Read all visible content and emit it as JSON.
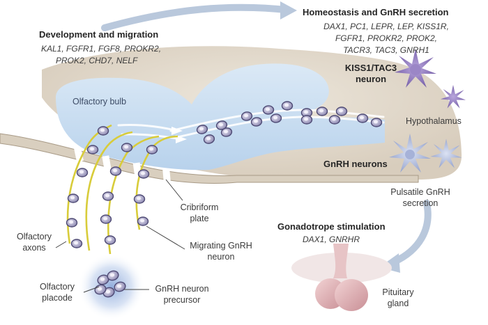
{
  "development": {
    "heading": "Development and migration",
    "genes_line1": "KAL1, FGFR1, FGF8, PROKR2,",
    "genes_line2": "PROK2, CHD7, NELF"
  },
  "homeostasis": {
    "heading": "Homeostasis and GnRH secretion",
    "genes_line1": "DAX1, PC1, LEPR, LEP, KISS1R,",
    "genes_line2": "FGFR1, PROKR2, PROK2,",
    "genes_line3": "TACR3, TAC3, GNRH1"
  },
  "kiss": {
    "line1": "KISS1/TAC3",
    "line2": "neuron"
  },
  "olfactory_bulb": "Olfactory bulb",
  "hypothalamus": "Hypothalamus",
  "gnrh_neurons": "GnRH neurons",
  "pulsatile": {
    "line1": "Pulsatile GnRH",
    "line2": "secretion"
  },
  "cribriform": {
    "line1": "Cribriform",
    "line2": "plate"
  },
  "olfactory_axons": {
    "line1": "Olfactory",
    "line2": "axons"
  },
  "migrating": {
    "line1": "Migrating GnRH",
    "line2": "neuron"
  },
  "gonadotrope": {
    "heading": "Gonadotrope stimulation",
    "genes": "DAX1, GNRHR"
  },
  "placode": {
    "line1": "Olfactory",
    "line2": "placode"
  },
  "precursor": {
    "line1": "GnRH neuron",
    "line2": "precursor"
  },
  "pituitary": {
    "line1": "Pituitary",
    "line2": "gland"
  },
  "colors": {
    "brain_tan": "#e6ddd2",
    "bulb_blue": "#c9dff2",
    "arrow_blue": "#b9c8dc",
    "axon_yellow": "#e0d64a",
    "neuron_purple": "#8a74b5",
    "pituitary_pink": "#e2b3b7"
  }
}
